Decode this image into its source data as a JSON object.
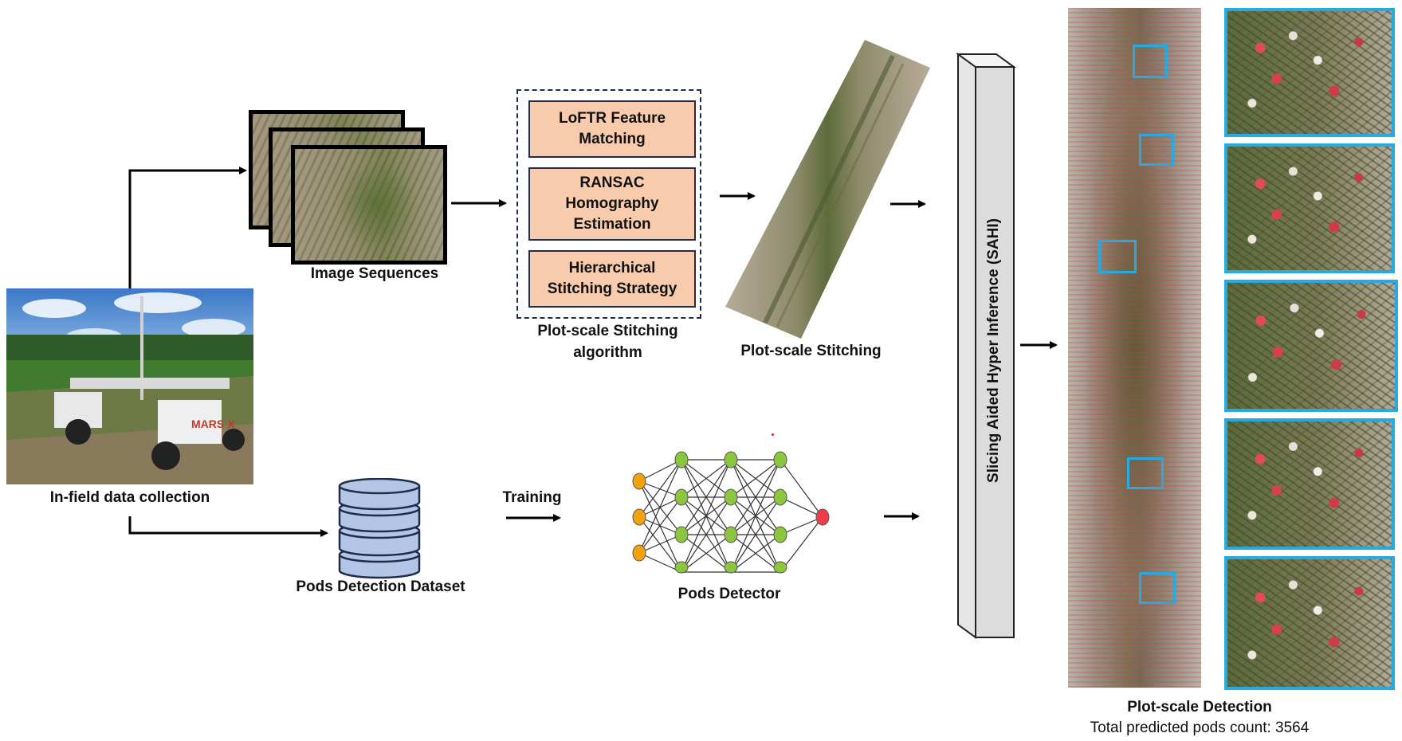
{
  "labels": {
    "image_sequences": "Image Sequences",
    "in_field": "In-field data collection",
    "pods_dataset": "Pods Detection Dataset",
    "training": "Training",
    "pods_detector": "Pods Detector",
    "stitching_algo": "Plot-scale Stitching algorithm",
    "plot_stitching": "Plot-scale Stitching",
    "sahi": "Slicing Aided Hyper Inference (SAHI)",
    "plot_detection": "Plot-scale Detection",
    "total_count": "Total predicted pods count: 3564",
    "robot_logo": "MARS X"
  },
  "algorithm_steps": [
    "LoFTR Feature Matching",
    "RANSAC Homography Estimation",
    "Hierarchical Stitching Strategy"
  ],
  "colors": {
    "algo_fill": "#f8cbad",
    "algo_border": "#1f2d4a",
    "db_fill": "#b4c6e7",
    "input_node": "#f2a20c",
    "hidden_node": "#8cc63f",
    "output_node": "#ef3b4a",
    "detection_box": "#27a9e1"
  }
}
